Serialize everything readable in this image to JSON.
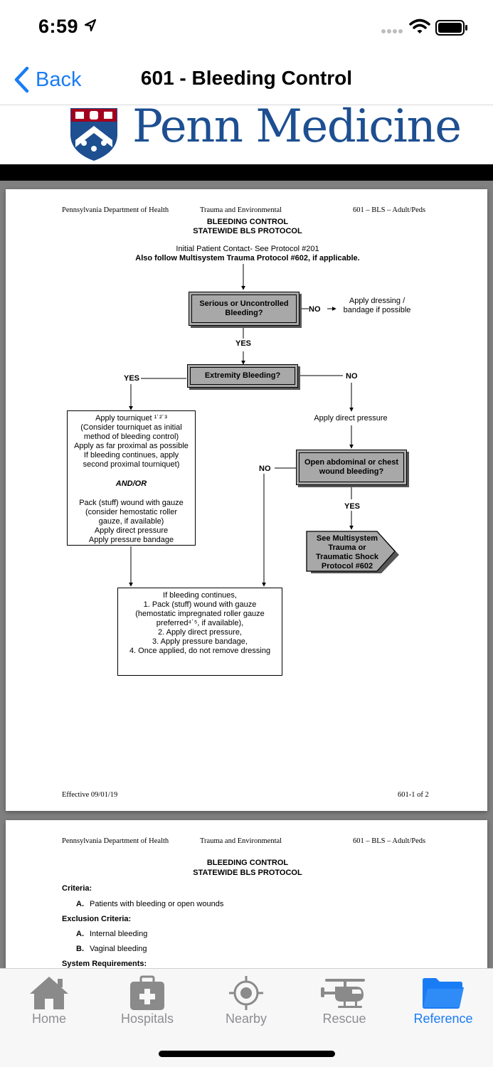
{
  "status_bar": {
    "time": "6:59"
  },
  "nav": {
    "back_label": "Back",
    "title": "601 - Bleeding Control"
  },
  "header": {
    "logo_text": "Penn Medicine"
  },
  "page1": {
    "hdr_left": "Pennsylvania Department of Health",
    "hdr_center": "Trauma and Environmental",
    "hdr_right": "601 – BLS – Adult/Peds",
    "title1": "BLEEDING CONTROL",
    "title2": "STATEWIDE BLS PROTOCOL",
    "initial1": "Initial Patient Contact- See Protocol #201",
    "initial2": "Also follow Multisystem Trauma Protocol #602, if applicable.",
    "box_serious": "Serious or Uncontrolled Bleeding?",
    "no1": "NO",
    "apply_dressing": "Apply dressing / bandage if possible",
    "yes1": "YES",
    "box_extremity": "Extremity Bleeding?",
    "yes2": "YES",
    "no2": "NO",
    "tourniquet_lines": [
      "Apply tourniquet ¹˙²˙³",
      "(Consider tourniquet as initial",
      "method of bleeding control)",
      "Apply as far proximal as possible",
      "If bleeding continues, apply",
      "second proximal tourniquet)"
    ],
    "and_or": "AND/OR",
    "pack_lines": [
      "Pack (stuff) wound with gauze",
      "(consider hemostatic roller",
      "gauze, if available)",
      "Apply direct pressure",
      "Apply pressure bandage"
    ],
    "direct_pressure": "Apply direct pressure",
    "no3": "NO",
    "box_abdominal": "Open abdominal or chest wound bleeding?",
    "yes3": "YES",
    "box_multisystem": "See Multisystem Trauma or Traumatic Shock Protocol #602",
    "continues_lines": [
      "If bleeding continues,",
      "1. Pack (stuff) wound with gauze",
      "(hemostatic impregnated roller gauze",
      "preferred⁴˙⁵, if available),",
      "2. Apply direct pressure,",
      "3. Apply pressure bandage,",
      "4. Once applied, do not remove dressing"
    ],
    "effective": "Effective 09/01/19",
    "page_num": "601-1 of 2"
  },
  "page2": {
    "hdr_left": "Pennsylvania Department of Health",
    "hdr_center": "Trauma and Environmental",
    "hdr_right": "601 – BLS – Adult/Peds",
    "title1": "BLEEDING CONTROL",
    "title2": "STATEWIDE BLS PROTOCOL",
    "criteria": "Criteria:",
    "criteria_a_letter": "A.",
    "criteria_a": "Patients with bleeding or open wounds",
    "exclusion": "Exclusion Criteria:",
    "excl_a_letter": "A.",
    "excl_a": "Internal bleeding",
    "excl_b_letter": "B.",
    "excl_b": "Vaginal bleeding",
    "system_req": "System Requirements:"
  },
  "tabs": [
    {
      "label": "Home",
      "icon": "home-icon"
    },
    {
      "label": "Hospitals",
      "icon": "hospital-icon"
    },
    {
      "label": "Nearby",
      "icon": "nearby-icon"
    },
    {
      "label": "Rescue",
      "icon": "helicopter-icon"
    },
    {
      "label": "Reference",
      "icon": "folder-icon",
      "active": true
    }
  ],
  "colors": {
    "accent": "#1a7cf5",
    "brand": "#1d4f91",
    "inactive": "#8e8e93"
  }
}
